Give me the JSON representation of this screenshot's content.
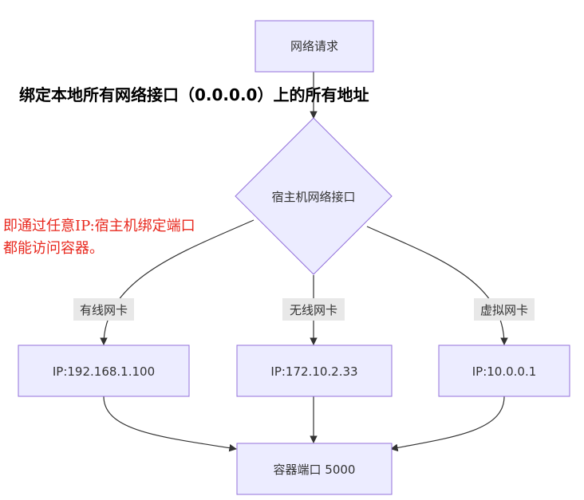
{
  "diagram": {
    "heading": "绑定本地所有网络接口（0.0.0.0）上的所有地址",
    "note_lines": [
      "即通过任意IP:宿主机绑定端口",
      "都能访问容器。"
    ],
    "nodes": {
      "request": "网络请求",
      "host_interface": "宿主机网络接口",
      "wired_ip": "IP:192.168.1.100",
      "wireless_ip": "IP:172.10.2.33",
      "virtual_ip": "IP:10.0.0.1",
      "container_port": "容器端口 5000"
    },
    "edge_labels": {
      "wired": "有线网卡",
      "wireless": "无线网卡",
      "virtual": "虚拟网卡"
    },
    "edges": [
      [
        "request",
        "host_interface"
      ],
      [
        "host_interface",
        "wired_ip",
        "wired"
      ],
      [
        "host_interface",
        "wireless_ip",
        "wireless"
      ],
      [
        "host_interface",
        "virtual_ip",
        "virtual"
      ],
      [
        "wired_ip",
        "container_port"
      ],
      [
        "wireless_ip",
        "container_port"
      ],
      [
        "virtual_ip",
        "container_port"
      ]
    ],
    "colors": {
      "node_fill": "#ECECFF",
      "node_stroke": "#9370DB",
      "edge": "#333333",
      "label_bg": "#e8e8e8",
      "note": "#e8281e"
    }
  }
}
